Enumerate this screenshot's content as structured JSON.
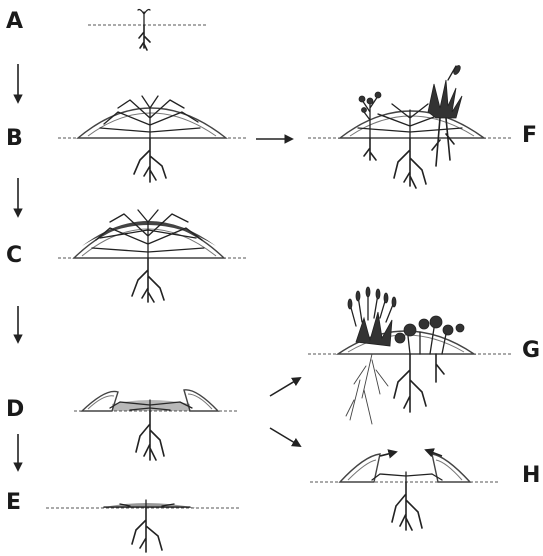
{
  "stages": {
    "a": "A",
    "b": "B",
    "c": "C",
    "d": "D",
    "e": "E",
    "f": "F",
    "g": "G",
    "h": "H"
  },
  "colors": {
    "ink": "#222222",
    "background": "#ffffff"
  }
}
